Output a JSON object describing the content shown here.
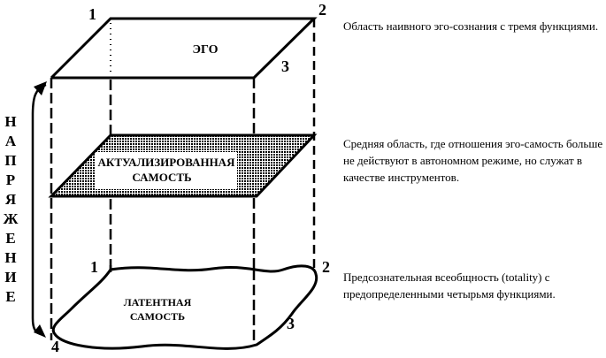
{
  "diagram": {
    "ego_label": "ЭГО",
    "actualized_self_line1": "АКТУАЛИЗИРОВАННАЯ",
    "actualized_self_line2": "САМОСТЬ",
    "latent_self_line1": "ЛАТЕНТНАЯ",
    "latent_self_line2": "САМОСТЬ",
    "tension_label": [
      "Н",
      "А",
      "П",
      "Р",
      "Я",
      "Ж",
      "Е",
      "Н",
      "И",
      "Е"
    ],
    "corner_numbers": {
      "top_1": "1",
      "top_2": "2",
      "top_3": "3",
      "bottom_1": "1",
      "bottom_2": "2",
      "bottom_3": "3",
      "bottom_4": "4"
    }
  },
  "descriptions": {
    "top": "Область наивного эго-сознания с тремя функциями.",
    "middle": "Средняя область, где отношения эго-самость больше не действуют в автономном режиме, но служат в качестве инструментов.",
    "bottom": "Предсознательная всеобщность (totality) с предопределенными четырьмя функциями."
  }
}
